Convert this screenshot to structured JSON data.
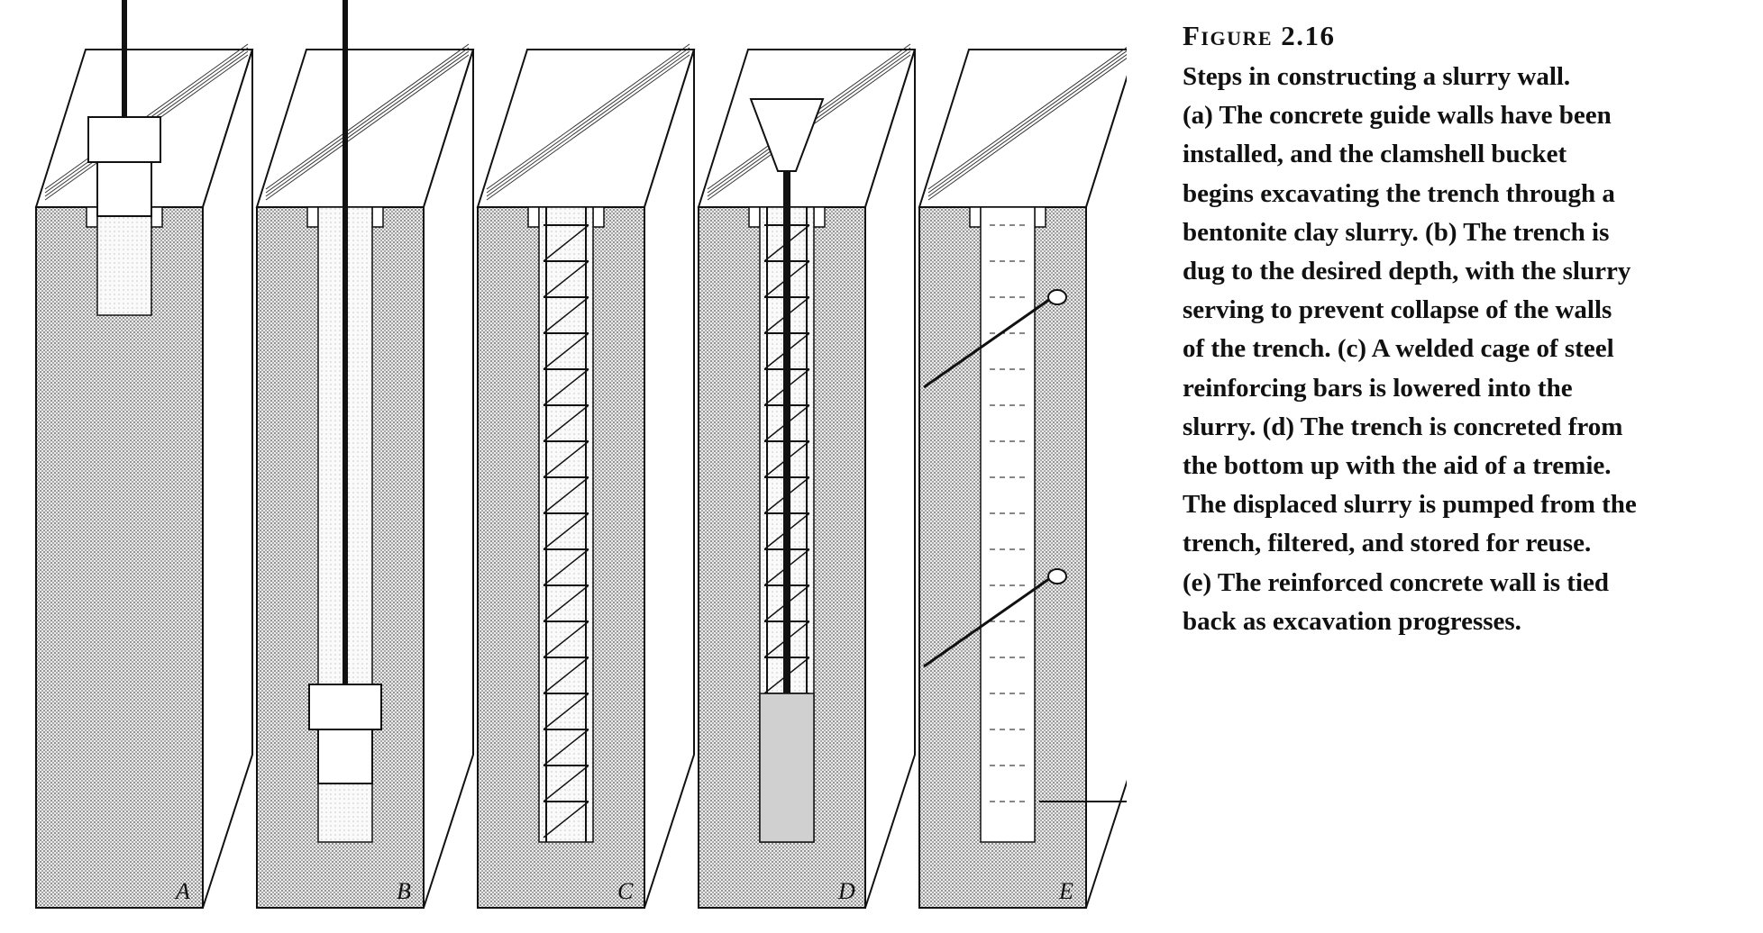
{
  "figure": {
    "number": "Figure 2.16",
    "panels": [
      {
        "label": "A",
        "stage": "excavation"
      },
      {
        "label": "B",
        "stage": "full-depth"
      },
      {
        "label": "C",
        "stage": "cage"
      },
      {
        "label": "D",
        "stage": "tremie"
      },
      {
        "label": "E",
        "stage": "tieback"
      }
    ]
  },
  "caption": {
    "lines": [
      "Steps in constructing a slurry wall.",
      "(a) The concrete guide walls have been",
      "installed, and the clamshell bucket",
      "begins excavating the trench through a",
      "bentonite clay slurry. (b) The trench is",
      "dug to the desired depth, with the slurry",
      "serving to prevent collapse of the walls",
      "of the trench. (c) A welded cage of steel",
      "reinforcing bars is lowered into the",
      "slurry. (d) The trench is concreted from",
      "the bottom up with the aid of a tremie.",
      "The displaced slurry is pumped from the",
      "trench, filtered, and stored for reuse.",
      "(e) The reinforced concrete wall is tied",
      "back as excavation progresses."
    ]
  }
}
